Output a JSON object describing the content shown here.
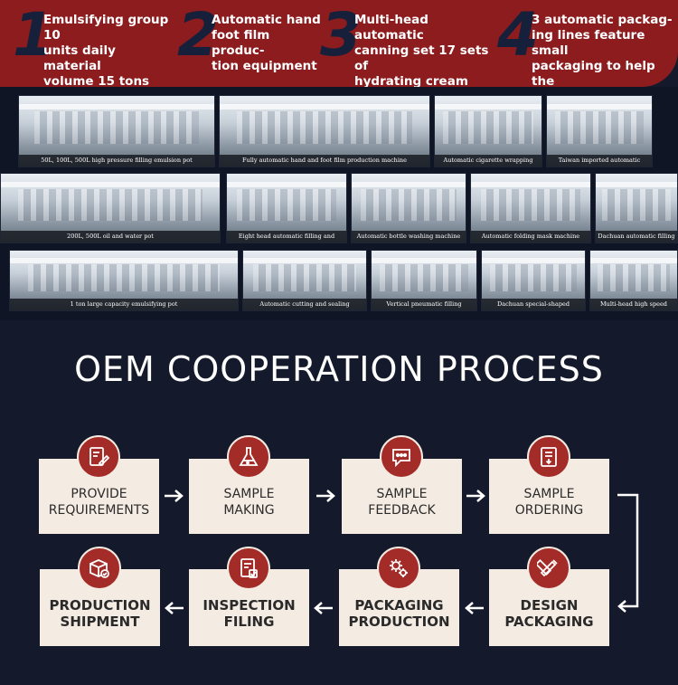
{
  "features": [
    {
      "num": "1",
      "text": "Emulsifying group 10\nunits daily material\nvolume 15 tons"
    },
    {
      "num": "2",
      "text": "Automatic hand\nfoot film produc-\ntion equipment"
    },
    {
      "num": "3",
      "text": "Multi-head automatic\ncanning set 17 sets of\nhydrating cream mask"
    },
    {
      "num": "4",
      "text": "3 automatic packag-\ning lines feature small\npackaging to help the\nbrand refinement"
    }
  ],
  "photos": [
    {
      "caption": "50L, 100L, 500L high pressure filling emulsion pot"
    },
    {
      "caption": "Fully automatic hand and foot film production machine"
    },
    {
      "caption": "Automatic cigarette wrapping"
    },
    {
      "caption": "Taiwan imported automatic"
    },
    {
      "caption": "200L, 500L oil and water pot"
    },
    {
      "caption": "Eight head automatic filling and"
    },
    {
      "caption": "Automatic bottle washing machine"
    },
    {
      "caption": "Automatic folding mask machine"
    },
    {
      "caption": "Dachuan automatic filling"
    },
    {
      "caption": "1 ton large capacity emulsifying pot"
    },
    {
      "caption": "Automatic cutting and sealing"
    },
    {
      "caption": "Vertical pneumatic filling"
    },
    {
      "caption": "Dachuan special-shaped"
    },
    {
      "caption": "Multi-head high speed"
    }
  ],
  "title": "OEM COOPERATION PROCESS",
  "steps": [
    {
      "label": "PROVIDE\nREQUIREMENTS",
      "icon": "edit-document-icon"
    },
    {
      "label": "SAMPLE\nMAKING",
      "icon": "flask-icon"
    },
    {
      "label": "SAMPLE\nFEEDBACK",
      "icon": "chat-bubble-icon"
    },
    {
      "label": "SAMPLE\nORDERING",
      "icon": "order-document-icon"
    },
    {
      "label": "DESIGN\nPACKAGING",
      "icon": "pencil-ruler-icon"
    },
    {
      "label": "PACKAGING\nPRODUCTION",
      "icon": "gears-icon"
    },
    {
      "label": "INSPECTION\nFILING",
      "icon": "checklist-icon"
    },
    {
      "label": "PRODUCTION\nSHIPMENT",
      "icon": "box-check-icon"
    }
  ],
  "colors": {
    "banner": "#8c1c1e",
    "background": "#141a2b",
    "box": "#f4ebe2",
    "icon_circle": "#a32b28"
  }
}
